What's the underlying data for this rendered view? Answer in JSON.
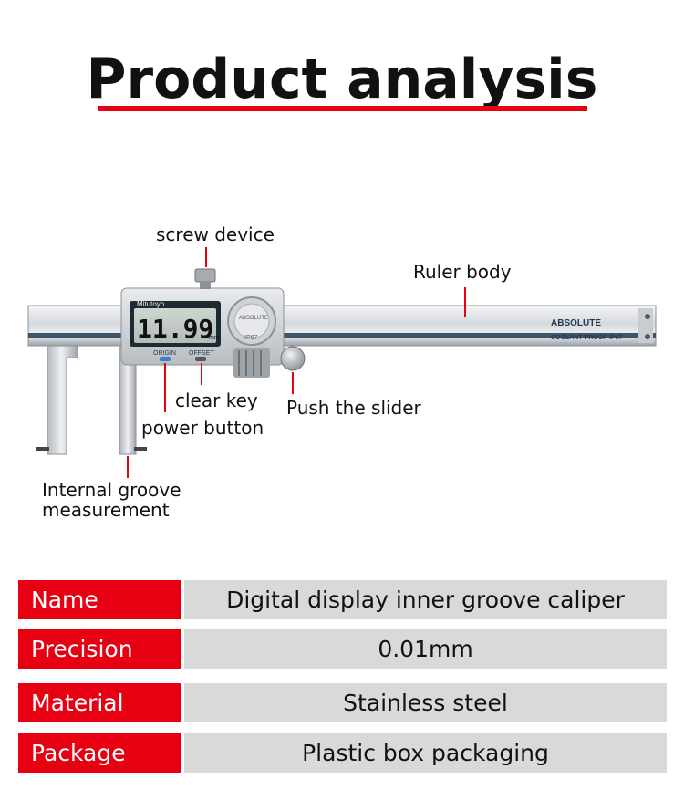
{
  "title": "Product analysis",
  "callouts": {
    "screw_device": "screw device",
    "ruler_body": "Ruler body",
    "clear_key": "clear key",
    "push_slider": "Push the slider",
    "power_button": "power button",
    "internal_groove_line1": "Internal groove",
    "internal_groove_line2": "measurement"
  },
  "caliper": {
    "brand": "Mitutoyo",
    "display_value": "11.99",
    "unit": "mm",
    "origin_label": "ORIGIN",
    "offset_label": "OFFSET",
    "absolute_logo": "ABSOLUTE",
    "coolant_proof": "COOLANT PROOF",
    "ip_rating": "IP67",
    "dial_text": "ABSOLUTE",
    "dial_ip": "IP67"
  },
  "specs": [
    {
      "key": "Name",
      "value": "Digital display inner groove caliper"
    },
    {
      "key": "Precision",
      "value": "0.01mm"
    },
    {
      "key": "Material",
      "value": "Stainless steel"
    },
    {
      "key": "Package",
      "value": "Plastic box packaging"
    }
  ],
  "colors": {
    "accent": "#e60012",
    "value_bg": "#d9d9d9"
  }
}
